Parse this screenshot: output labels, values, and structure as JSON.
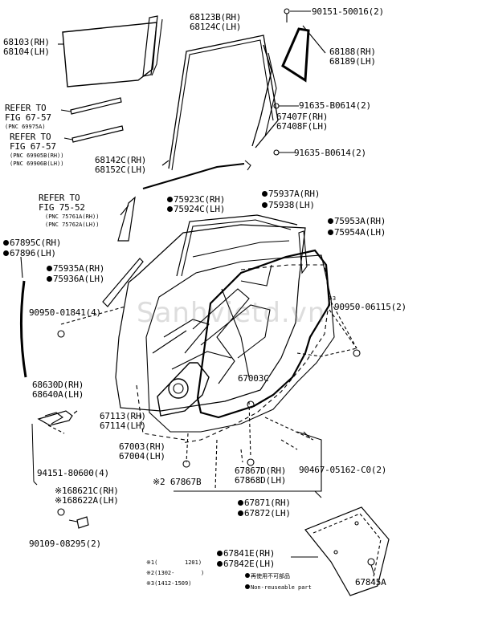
{
  "labels": {
    "p68103": "68103(RH)",
    "p68104": "68104(LH)",
    "p68123b": "68123B(RH)",
    "p68124c": "68124C(LH)",
    "p90151": "90151-50016(2)",
    "p68188": "68188(RH)",
    "p68189": "68189(LH)",
    "refer1_a": "REFER TO",
    "refer1_b": "FIG 67-57",
    "refer1_c": "(PNC 69975A)",
    "refer2_a": "REFER TO",
    "refer2_b": "FIG 67-57",
    "refer2_c": "(PNC 69905B(RH))",
    "refer2_d": "(PNC 69906B(LH))",
    "p91635a": "91635-B0614(2)",
    "p67407f": "67407F(RH)",
    "p67408f": "67408F(LH)",
    "p91635b": "91635-B0614(2)",
    "p68142c": "68142C(RH)",
    "p68152c": "68152C(LH)",
    "p75923c": "75923C(RH)",
    "p75924c": "75924C(LH)",
    "p75937a": "75937A(RH)",
    "p75938": "75938(LH)",
    "refer3_a": "REFER TO",
    "refer3_b": "FIG 75-52",
    "refer3_c": "(PNC 75761A(RH))",
    "refer3_d": "(PNC 75762A(LH))",
    "p75953a": "75953A(RH)",
    "p75954a": "75954A(LH)",
    "p67895c": "67895C(RH)",
    "p67896": "67896(LH)",
    "p75935a": "75935A(RH)",
    "p75936a": "75936A(LH)",
    "note3": "※3",
    "p90950_06115": "90950-06115(2)",
    "p90950_01841": "90950-01841(4)",
    "p67003c": "67003C",
    "p68630d": "68630D(RH)",
    "p68640a": "68640A(LH)",
    "p67113": "67113(RH)",
    "p67114": "67114(LH)",
    "p67003": "67003(RH)",
    "p67004": "67004(LH)",
    "p94151": "94151-80600(4)",
    "p67867d": "67867D(RH)",
    "p67868d": "67868D(LH)",
    "p90467": "90467-05162-C0(2)",
    "p67867b": "※2 67867B",
    "p168621c": "※168621C(RH)",
    "p168622a": "※168622A(LH)",
    "p67871": "67871(RH)",
    "p67872": "67872(LH)",
    "p90109": "90109-08295(2)",
    "p67841e": "67841E(RH)",
    "p67842e": "67842E(LH)",
    "p67845a": "67845A",
    "fn1_a": "※1(",
    "fn1_b": "1201)",
    "fn2_a": "※2(1302-",
    "fn2_b": ")",
    "fn3": "※3(1412-1509)",
    "legend1": "再使用不可部品",
    "legend2": "Non-reuseable part",
    "watermark": "Sanhvietd.vn"
  }
}
